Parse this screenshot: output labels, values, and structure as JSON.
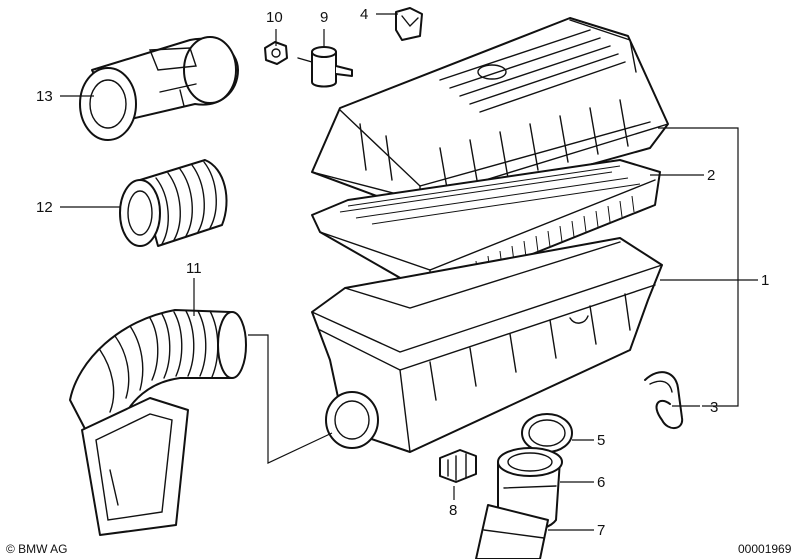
{
  "labels": {
    "p1": "1",
    "p2": "2",
    "p3": "3",
    "p4": "4",
    "p5": "5",
    "p6": "6",
    "p7": "7",
    "p8": "8",
    "p9": "9",
    "p10": "10",
    "p11": "11",
    "p12": "12",
    "p13": "13"
  },
  "footer": {
    "copyright": "© BMW AG",
    "drawing_number": "00001969"
  }
}
